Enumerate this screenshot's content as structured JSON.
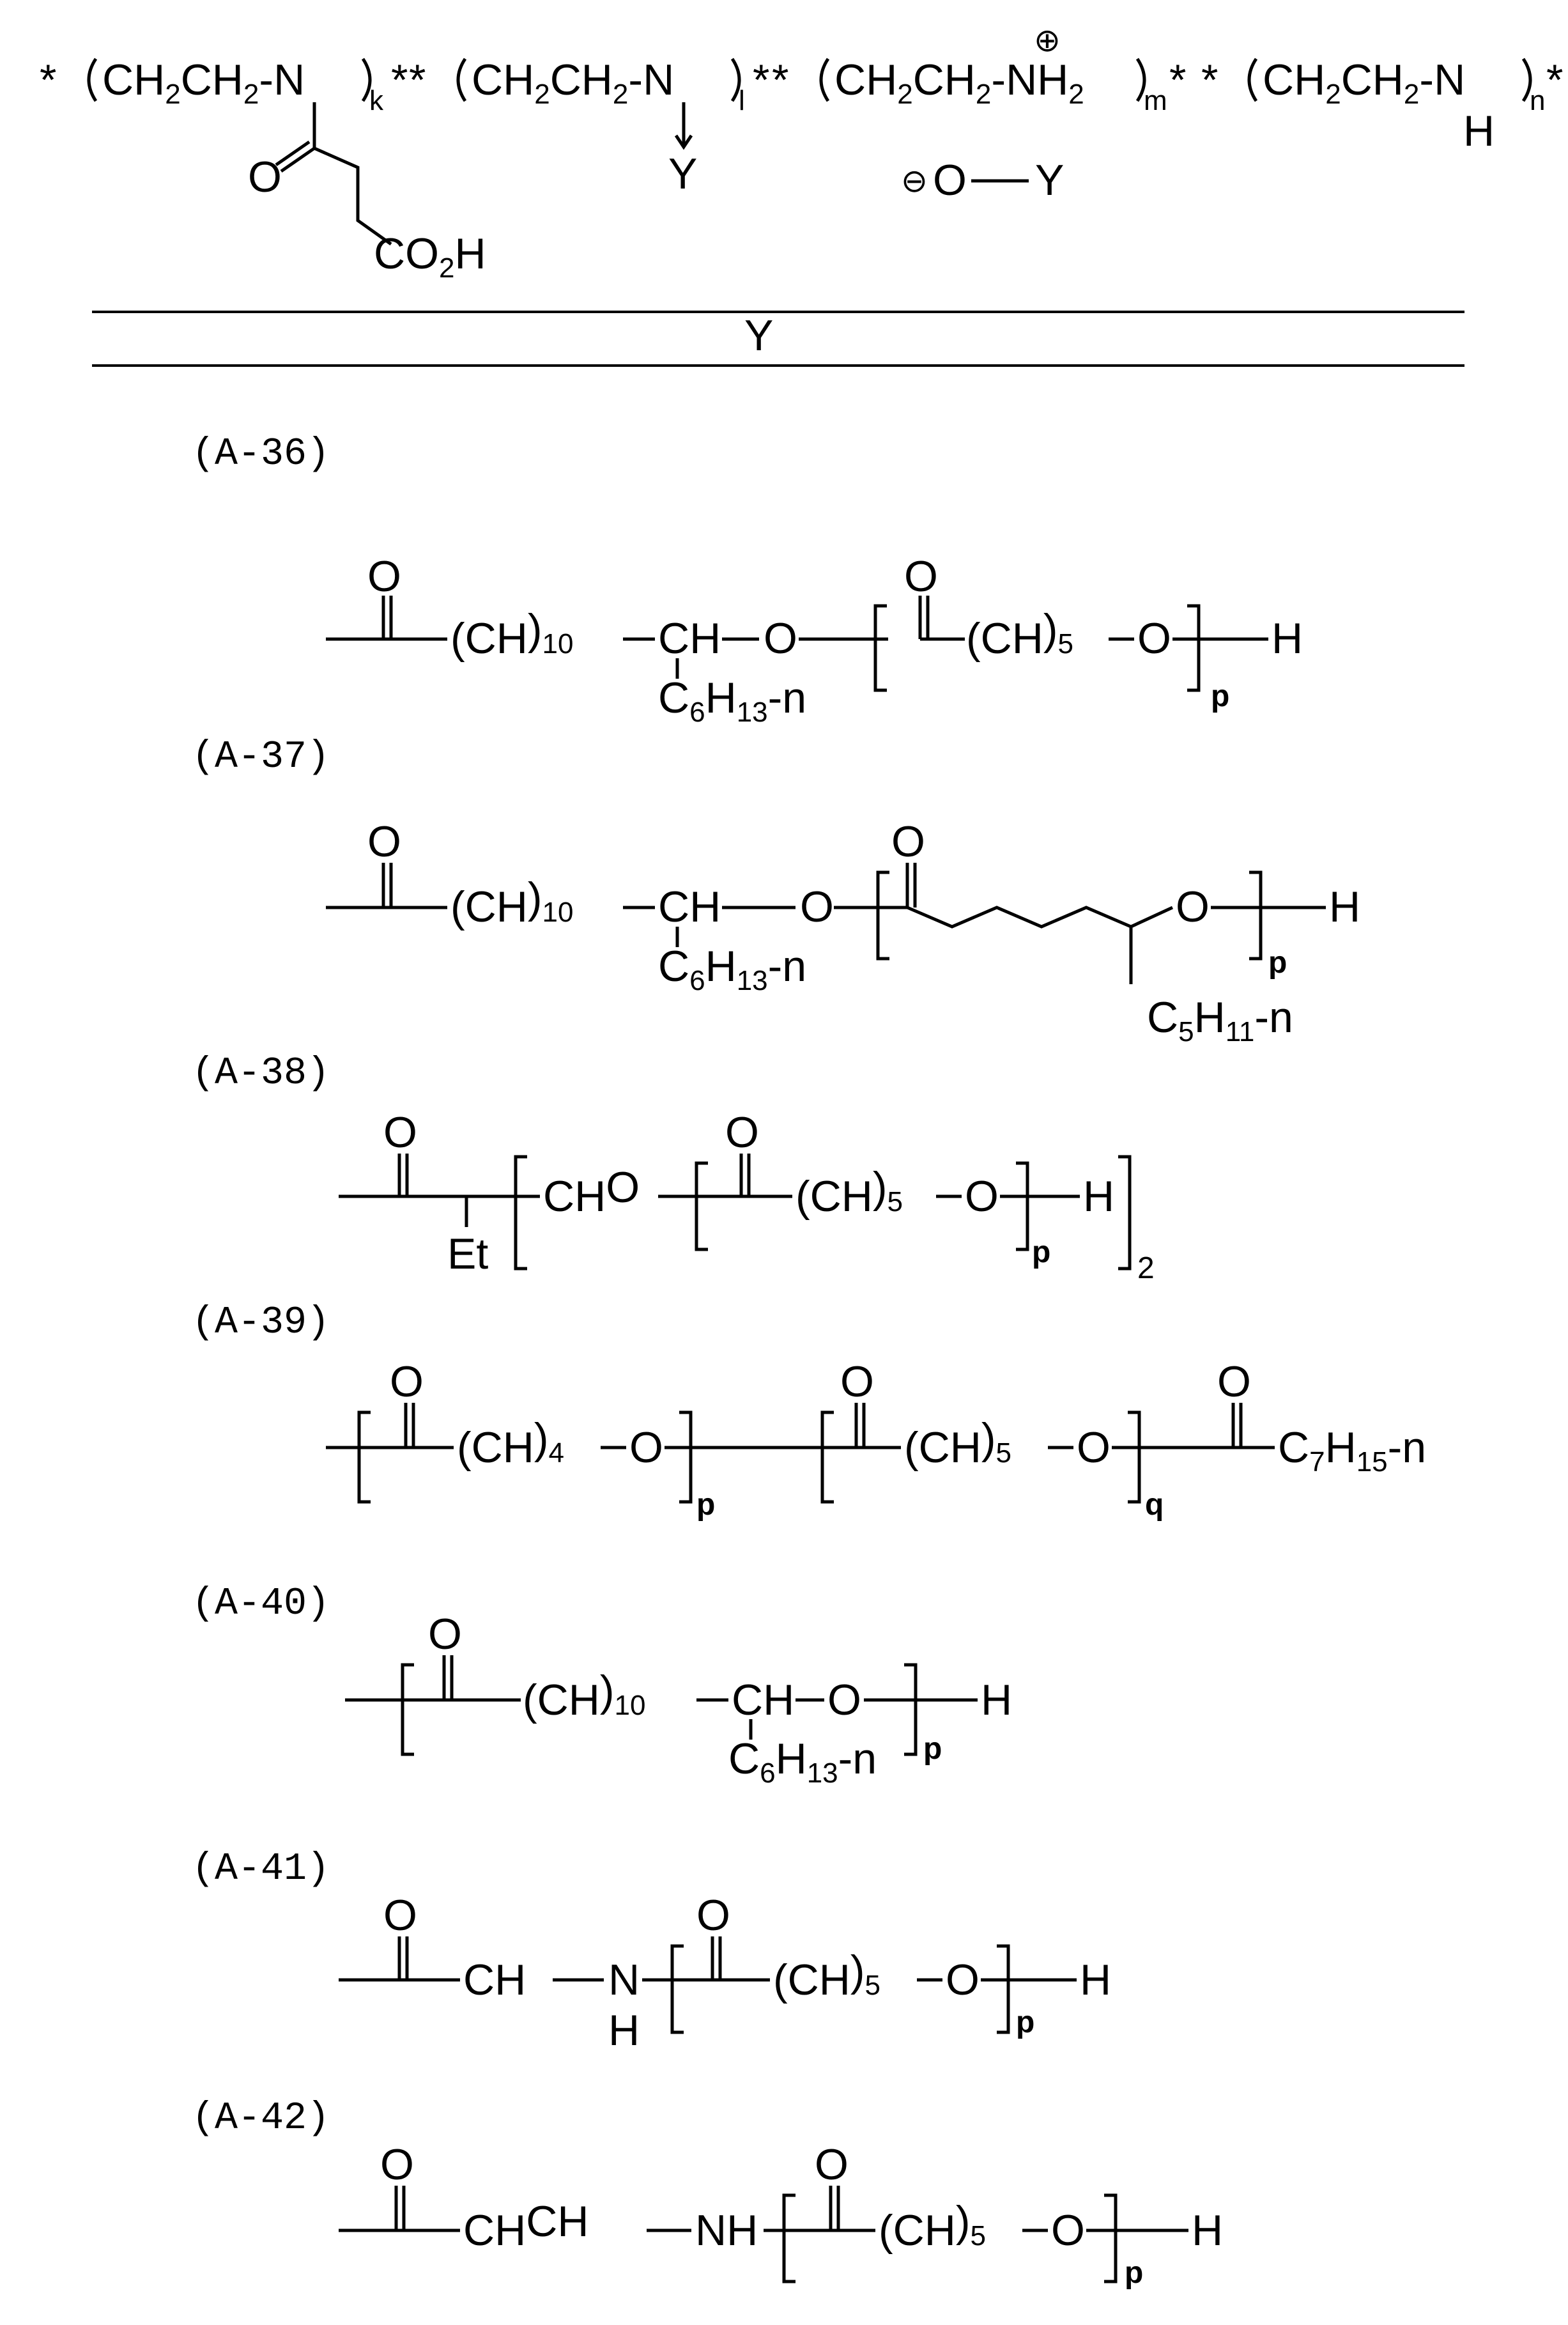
{
  "header": {
    "star": "*",
    "ch2ch2": "CH",
    "sub2": "2",
    "dash": "-",
    "N": "N",
    "NH2_plus": "N",
    "H": "H",
    "k": "k",
    "l": "l",
    "m": "m",
    "n": "n",
    "Y": "Y",
    "plus_sign": "⊕",
    "minus_sign": "⊖",
    "O": "O",
    "CO2H": "CO",
    "acid_H": "H",
    "table_header": "Y"
  },
  "labels": {
    "a36": "(A-36)",
    "a37": "(A-37)",
    "a38": "(A-38)",
    "a39": "(A-39)",
    "a40": "(A-40)",
    "a41": "(A-41)",
    "a42": "(A-42)"
  },
  "frags": {
    "O": "O",
    "H": "H",
    "p": "p",
    "q": "q",
    "two": "2",
    "CH2_10": "(CH",
    "sub10": "10",
    "sub5": "5",
    "sub4": "4",
    "close": ")",
    "CH": "CH",
    "C6H13": "C",
    "sub6": "6",
    "H13": "H",
    "sub13": "13",
    "n_suffix": "-n",
    "C5H11": "C",
    "H11": "H",
    "sub11": "11",
    "CH2O": "CH",
    "Et": "Et",
    "C7H15": "C",
    "sub7": "7",
    "H15": "H",
    "sub15": "15",
    "CH2": "CH",
    "N": "N",
    "NH": "NH",
    "CH2CH2": "CH"
  }
}
